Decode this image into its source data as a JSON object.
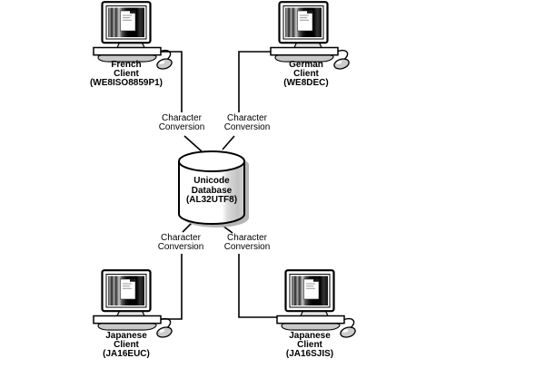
{
  "database": {
    "line1": "Unicode",
    "line2": "Database",
    "charset": "(AL32UTF8)"
  },
  "clients": [
    {
      "name": "French",
      "role": "Client",
      "charset": "(WE8ISO8859P1)"
    },
    {
      "name": "German",
      "role": "Client",
      "charset": "(WE8DEC)"
    },
    {
      "name": "Japanese",
      "role": "Client",
      "charset": "(JA16EUC)"
    },
    {
      "name": "Japanese",
      "role": "Client",
      "charset": "(JA16SJIS)"
    }
  ],
  "conversions": [
    {
      "line1": "Character",
      "line2": "Conversion"
    },
    {
      "line1": "Character",
      "line2": "Conversion"
    },
    {
      "line1": "Character",
      "line2": "Conversion"
    },
    {
      "line1": "Character",
      "line2": "Conversion"
    }
  ],
  "icons": {
    "computer": "crt-monitor-with-keyboard-and-mouse",
    "database": "cylinder-database-with-shadow"
  },
  "colors": {
    "background": "#ffffff",
    "line": "#000000",
    "shadow_gray": "#b5b5b5",
    "keyboard_gray": "#c9c9c9",
    "cylinder_shade": "#c2c2c2"
  }
}
